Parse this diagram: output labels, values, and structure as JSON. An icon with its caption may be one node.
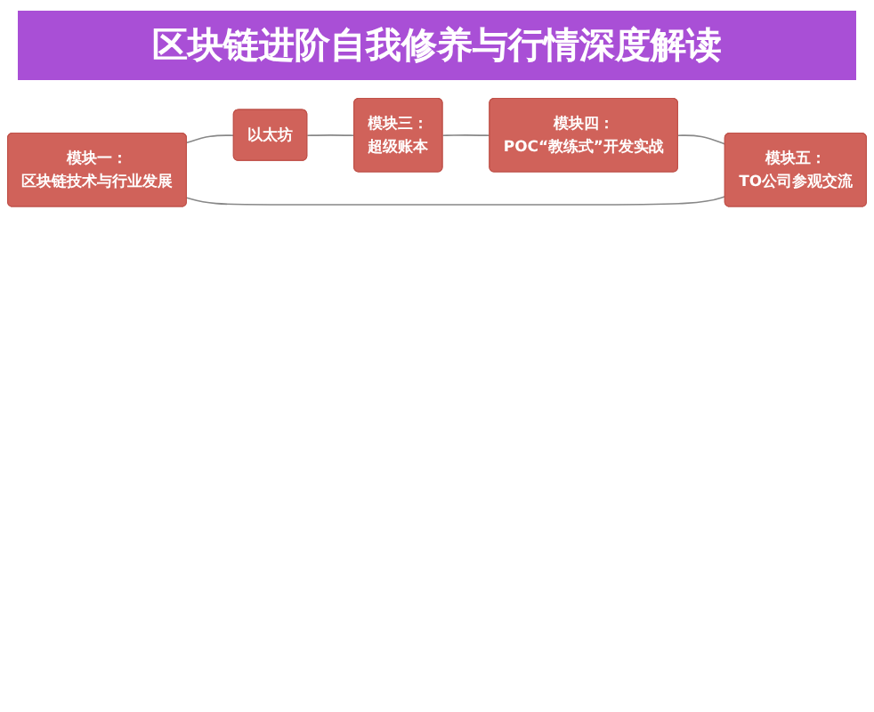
{
  "diagram": {
    "title": "区块链进阶自我修养与行情深度解读",
    "nodes": [
      {
        "text": [
          "模块一：",
          "区块链技术与行业发展"
        ]
      },
      {
        "text": [
          "以太坊"
        ]
      },
      {
        "text": [
          "模块三：",
          "超级账本"
        ]
      },
      {
        "text": [
          "模块四：",
          "POC“教练式”开发实战"
        ]
      },
      {
        "text": [
          "模块五：",
          "TO公司参观交流"
        ]
      }
    ],
    "edges": [
      {
        "from": 0,
        "to": 1,
        "arrow": "none"
      },
      {
        "from": 1,
        "to": 2,
        "arrow": "none"
      },
      {
        "from": 2,
        "to": 3,
        "arrow": "none"
      },
      {
        "from": 3,
        "to": 4,
        "arrow": "none"
      },
      {
        "from": 4,
        "to": 0,
        "arrow": "none"
      }
    ]
  }
}
